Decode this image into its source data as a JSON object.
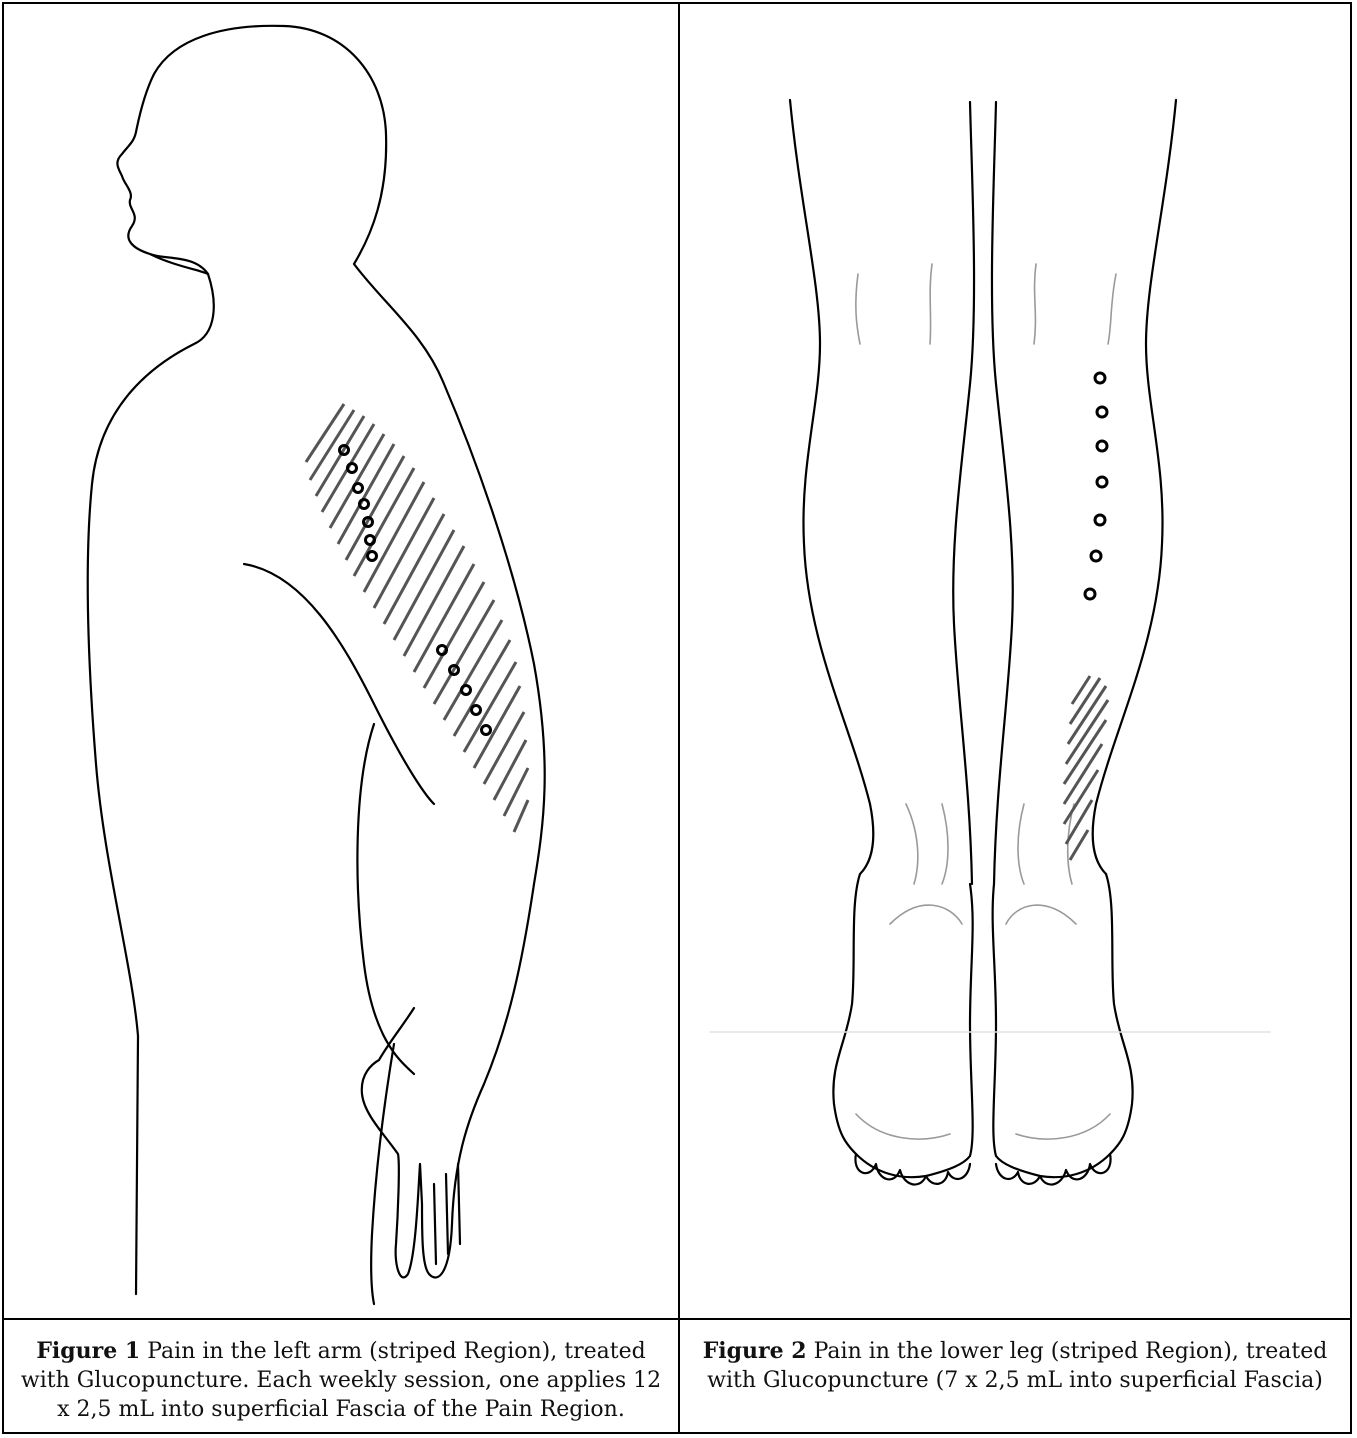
{
  "figure1": {
    "label": "Figure 1",
    "caption": "Pain in the left arm (striped Region), treated with Glucopuncture. Each weekly session, one applies 12 x 2,5 mL into superficial Fascia of the Pain Region."
  },
  "figure2": {
    "label": "Figure 2",
    "caption": "Pain in the lower leg (striped Region), treated with Glucopuncture (7 x 2,5 mL into superficial Fascia)"
  },
  "injection_points": {
    "figure1_count": 12,
    "figure2_count": 7
  },
  "colors": {
    "outline": "#000000",
    "hatch": "#555555",
    "soft_line": "#9a9a9a"
  }
}
